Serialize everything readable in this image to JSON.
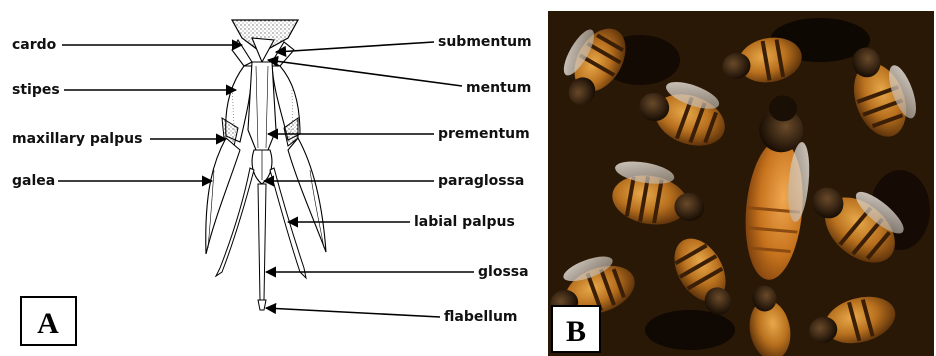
{
  "panel_a": {
    "panel_label": "A",
    "left_labels": [
      "cardo",
      "stipes",
      "maxillary palpus",
      "galea"
    ],
    "right_labels": [
      "submentum",
      "mentum",
      "prementum",
      "paraglossa",
      "labial palpus",
      "glossa",
      "flabellum"
    ]
  },
  "panel_b": {
    "panel_label": "B"
  }
}
